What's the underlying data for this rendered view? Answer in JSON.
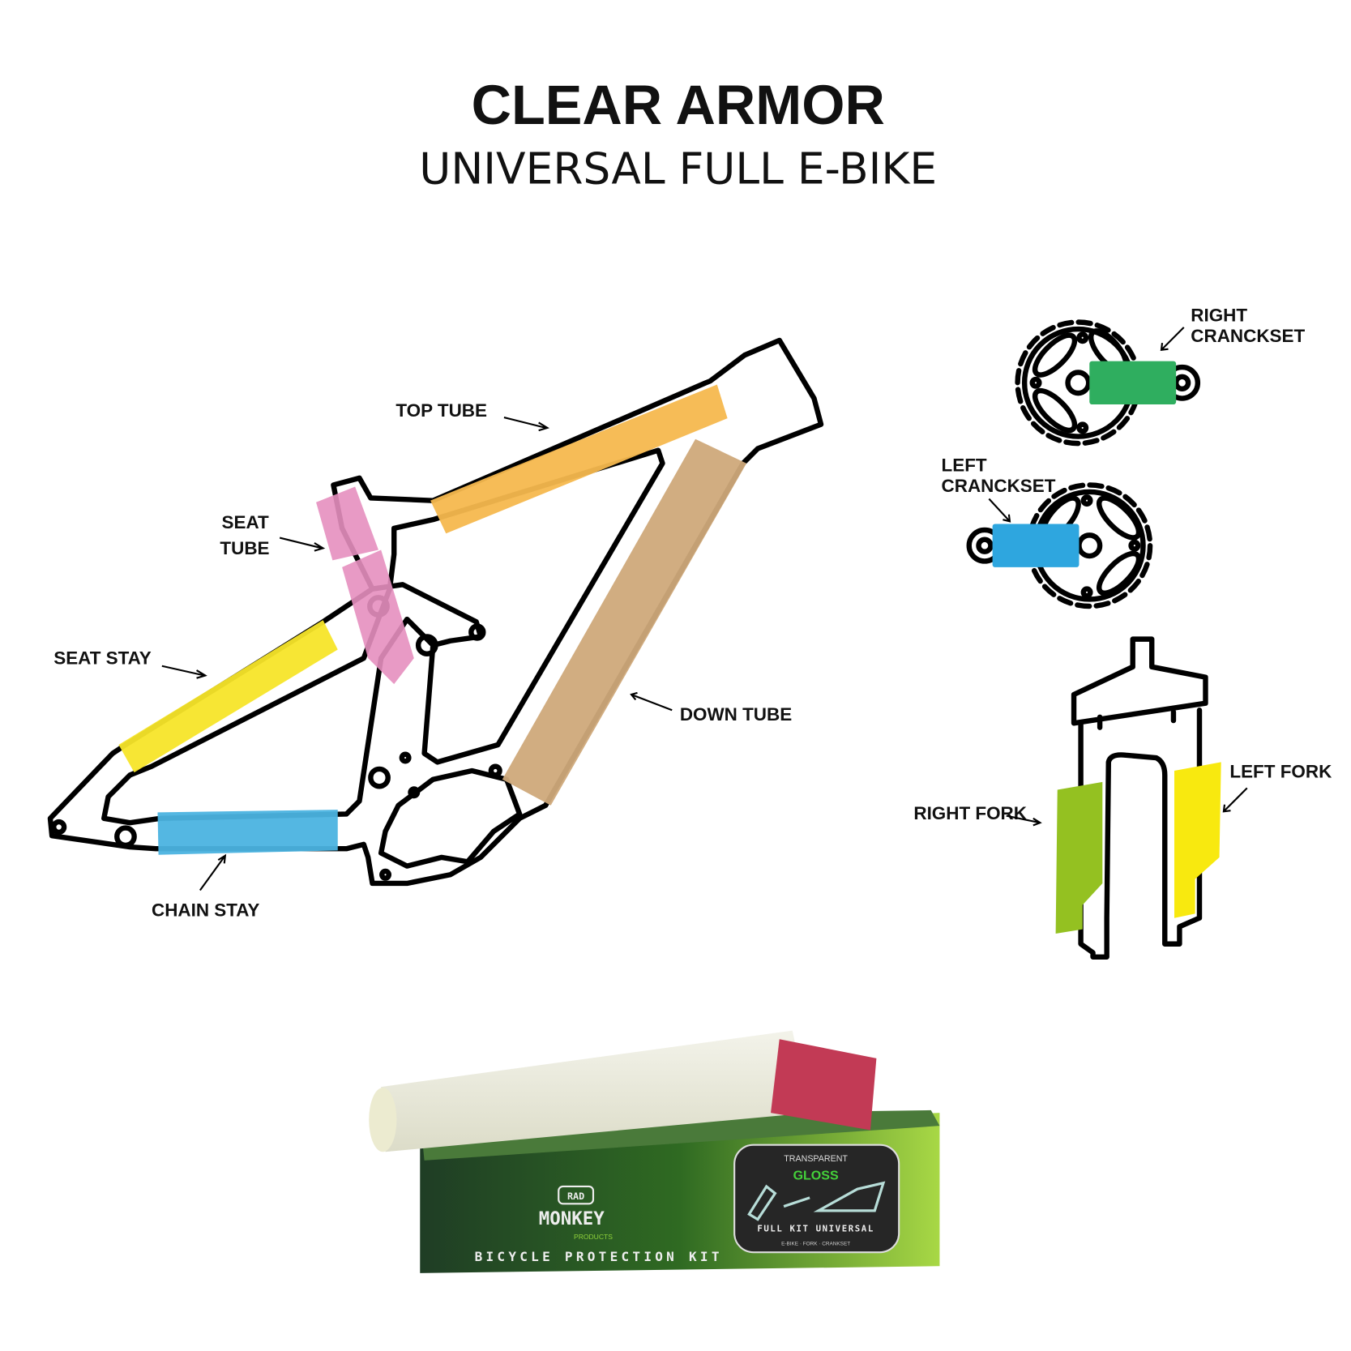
{
  "header": {
    "title": "CLEAR ARMOR",
    "subtitle": "UNIVERSAL FULL E-BIKE"
  },
  "labels": {
    "top_tube": "TOP TUBE",
    "seat_tube_1": "SEAT",
    "seat_tube_2": "TUBE",
    "seat_stay": "SEAT STAY",
    "chain_stay": "CHAIN STAY",
    "down_tube": "DOWN TUBE",
    "right_crankset_1": "RIGHT",
    "right_crankset_2": "CRANCKSET",
    "left_crankset_1": "LEFT",
    "left_crankset_2": "CRANCKSET",
    "right_fork": "RIGHT FORK",
    "left_fork": "LEFT FORK"
  },
  "colors": {
    "top_tube": "#f5b84e",
    "seat_tube": "#e68fbf",
    "seat_stay": "#f7e529",
    "chain_stay": "#4bb3e0",
    "down_tube": "#cfa97a",
    "right_crankset": "#2fae5f",
    "left_crankset": "#2ea6df",
    "right_fork": "#94c121",
    "left_fork": "#f8e90f"
  },
  "product": {
    "brand": "MONKEY",
    "brand_sub": "PRODUCTS",
    "brand_badge": "RAD",
    "kit_name": "BICYCLE PROTECTION KIT",
    "finish_1": "TRANSPARENT",
    "finish_2": "GLOSS",
    "kit_type": "FULL KIT UNIVERSAL",
    "kit_contents": "E-BIKE · FORK · CRANKSET"
  }
}
